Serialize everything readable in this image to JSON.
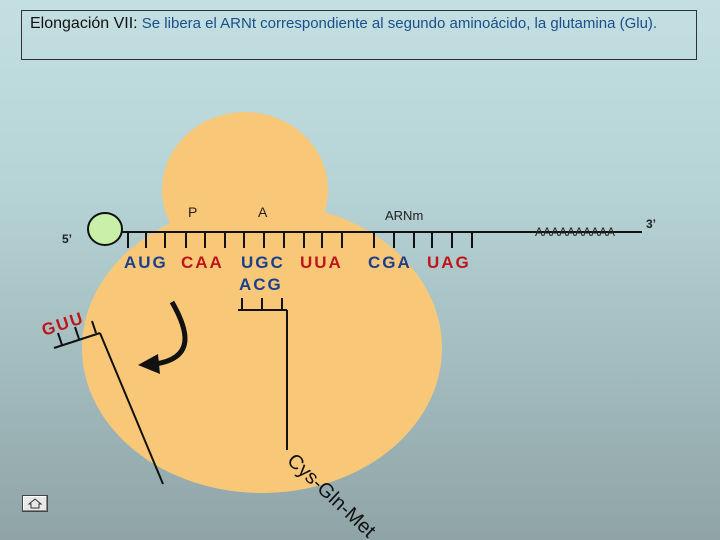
{
  "slide": {
    "title_head": "Elongación VII:",
    "title_body": " Se libera el ARNt correspondiente al segundo aminoácido, la glutamina (Glu)."
  },
  "diagram": {
    "site_p": "P",
    "site_a": "A",
    "mrna_label": "ARNm",
    "five_prime": "5’",
    "three_prime": "3’",
    "poly_a": "AAAAAAAAAA",
    "codons": [
      "AUG",
      "CAA",
      "UGC",
      "UUA",
      "CGA",
      "UAG"
    ],
    "anticodon_bound": "ACG",
    "anticodon_released": "GUU",
    "peptide": "Cys-Gln-Met",
    "colors": {
      "ribosome": "#f8c878",
      "trna_line": "#111111",
      "codon_blue": "#1a3f8f",
      "codon_red": "#c0141b",
      "cap": "#c8f0a8"
    }
  }
}
